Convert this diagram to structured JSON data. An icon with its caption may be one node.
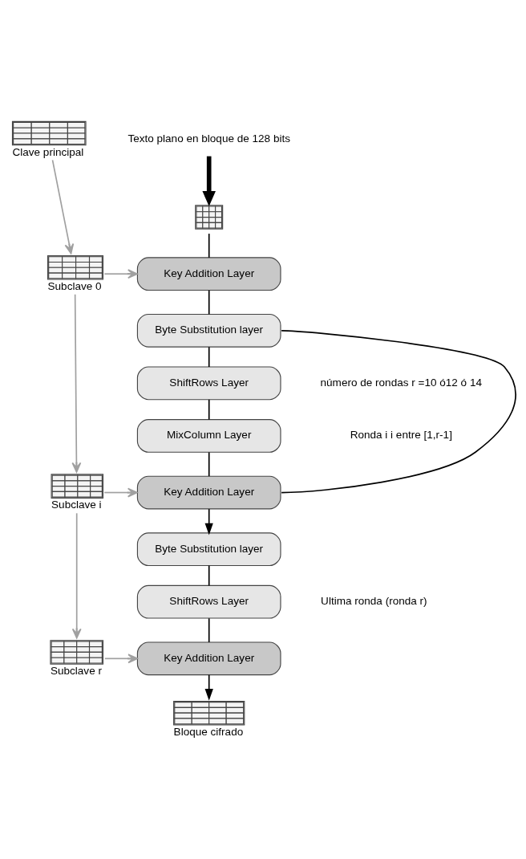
{
  "diagram": {
    "nodes": [
      {
        "text": [
          "Texto plano en bloque de 128 bits"
        ]
      },
      {
        "text": [],
        "shape": "grid",
        "beside": [
          "Clave principal"
        ]
      },
      {
        "text": [],
        "shape": "grid"
      },
      {
        "text": [
          "Key Addition Layer"
        ]
      },
      {
        "text": [],
        "shape": "grid",
        "beside": [
          "Subclave 0"
        ]
      },
      {
        "text": [
          "Byte Substitution layer"
        ]
      },
      {
        "text": [
          "ShiftRows Layer"
        ]
      },
      {
        "text": [
          "MixColumn Layer"
        ]
      },
      {
        "text": [
          "Key Addition Layer"
        ]
      },
      {
        "text": [],
        "shape": "grid",
        "beside": [
          "Subclave i"
        ]
      },
      {
        "text": [
          "Byte Substitution layer"
        ]
      },
      {
        "text": [
          "ShiftRows Layer"
        ]
      },
      {
        "text": [
          "Key Addition Layer"
        ]
      },
      {
        "text": [],
        "shape": "grid",
        "beside": [
          "Subclave r"
        ]
      },
      {
        "text": [],
        "shape": "grid",
        "beside": [
          "Bloque cifrado"
        ]
      }
    ],
    "edges": [
      {
        "from": 0,
        "to": 2,
        "arrow": "to",
        "style": "thick"
      },
      {
        "from": 2,
        "to": 3,
        "arrow": "none"
      },
      {
        "from": 1,
        "to": 4,
        "arrow": "to",
        "color": "#a0a0a0"
      },
      {
        "from": 4,
        "to": 3,
        "arrow": "to",
        "color": "#a0a0a0"
      },
      {
        "from": 3,
        "to": 5,
        "arrow": "none"
      },
      {
        "from": 5,
        "to": 6,
        "arrow": "none"
      },
      {
        "from": 6,
        "to": 7,
        "arrow": "none"
      },
      {
        "from": 7,
        "to": 8,
        "arrow": "none"
      },
      {
        "from": 8,
        "to": 5,
        "arrow": "none"
      },
      {
        "from": 4,
        "to": 9,
        "arrow": "to",
        "color": "#a0a0a0"
      },
      {
        "from": 9,
        "to": 8,
        "arrow": "to",
        "color": "#a0a0a0"
      },
      {
        "from": 8,
        "to": 10,
        "arrow": "to"
      },
      {
        "from": 10,
        "to": 11,
        "arrow": "none"
      },
      {
        "from": 11,
        "to": 12,
        "arrow": "none"
      },
      {
        "from": 9,
        "to": 13,
        "arrow": "to",
        "color": "#a0a0a0"
      },
      {
        "from": 13,
        "to": 12,
        "arrow": "to",
        "color": "#a0a0a0"
      },
      {
        "from": 12,
        "to": 14,
        "arrow": "to"
      }
    ],
    "labels": [
      "número de rondas r =10 ó12 ó 14",
      "Ronda i i entre [1,r-1]",
      "Ultima ronda (ronda r)"
    ]
  }
}
